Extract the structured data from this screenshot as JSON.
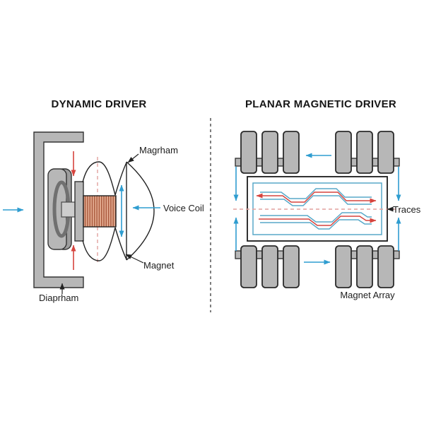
{
  "titles": {
    "left": "DYNAMIC DRIVER",
    "right": "PLANAR MAGNETIC DRIVER"
  },
  "dynamic_driver": {
    "labels": {
      "diaphragm_top": "Magrham",
      "voice_coil": "Voice Coil",
      "magnet": "Magnet",
      "frame": "Diaprham"
    }
  },
  "planar_driver": {
    "labels": {
      "traces": "Traces",
      "magnet_array": "Magnet Array"
    }
  },
  "colors": {
    "accent_blue": "#2f9dd0",
    "trace_blue": "#58a9c9",
    "accent_red": "#d6443e",
    "pink_dash": "#e2a19e",
    "gray_fill": "#b7b7b7",
    "gray_dark": "#9d9d9d",
    "ring_gray": "#707070",
    "coil_fill": "#e3ab90",
    "coil_stripe": "#a8583b",
    "outline": "#333333"
  }
}
